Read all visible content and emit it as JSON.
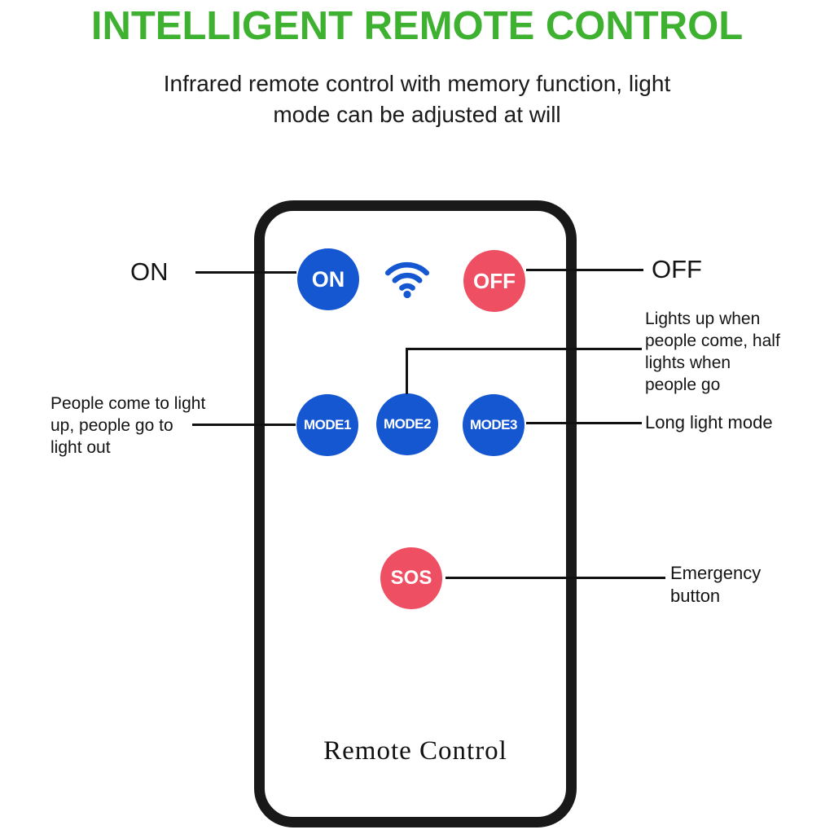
{
  "header": {
    "title": "INTELLIGENT REMOTE CONTROL",
    "subtitle_lines": [
      "Infrared remote control with memory function, light",
      "mode can be adjusted at will"
    ]
  },
  "remote": {
    "brand_label": "Remote Control",
    "buttons": {
      "on": "ON",
      "off": "OFF",
      "mode1": "MODE1",
      "mode2": "MODE2",
      "mode3": "MODE3",
      "sos": "SOS"
    },
    "ir_icon": "wifi-signal-icon"
  },
  "callouts": {
    "on_label": "ON",
    "off_label": "OFF",
    "mode2_note": "Lights up when people come, half lights when people go",
    "mode1_note": "People come to light up, people go to light out",
    "mode3_note": "Long light mode",
    "sos_note": "Emergency button"
  },
  "colors": {
    "title_green": "#3eb230",
    "button_blue": "#1557d1",
    "button_pink": "#ee4f63",
    "callout_line": "#111111",
    "remote_border": "#191919"
  }
}
